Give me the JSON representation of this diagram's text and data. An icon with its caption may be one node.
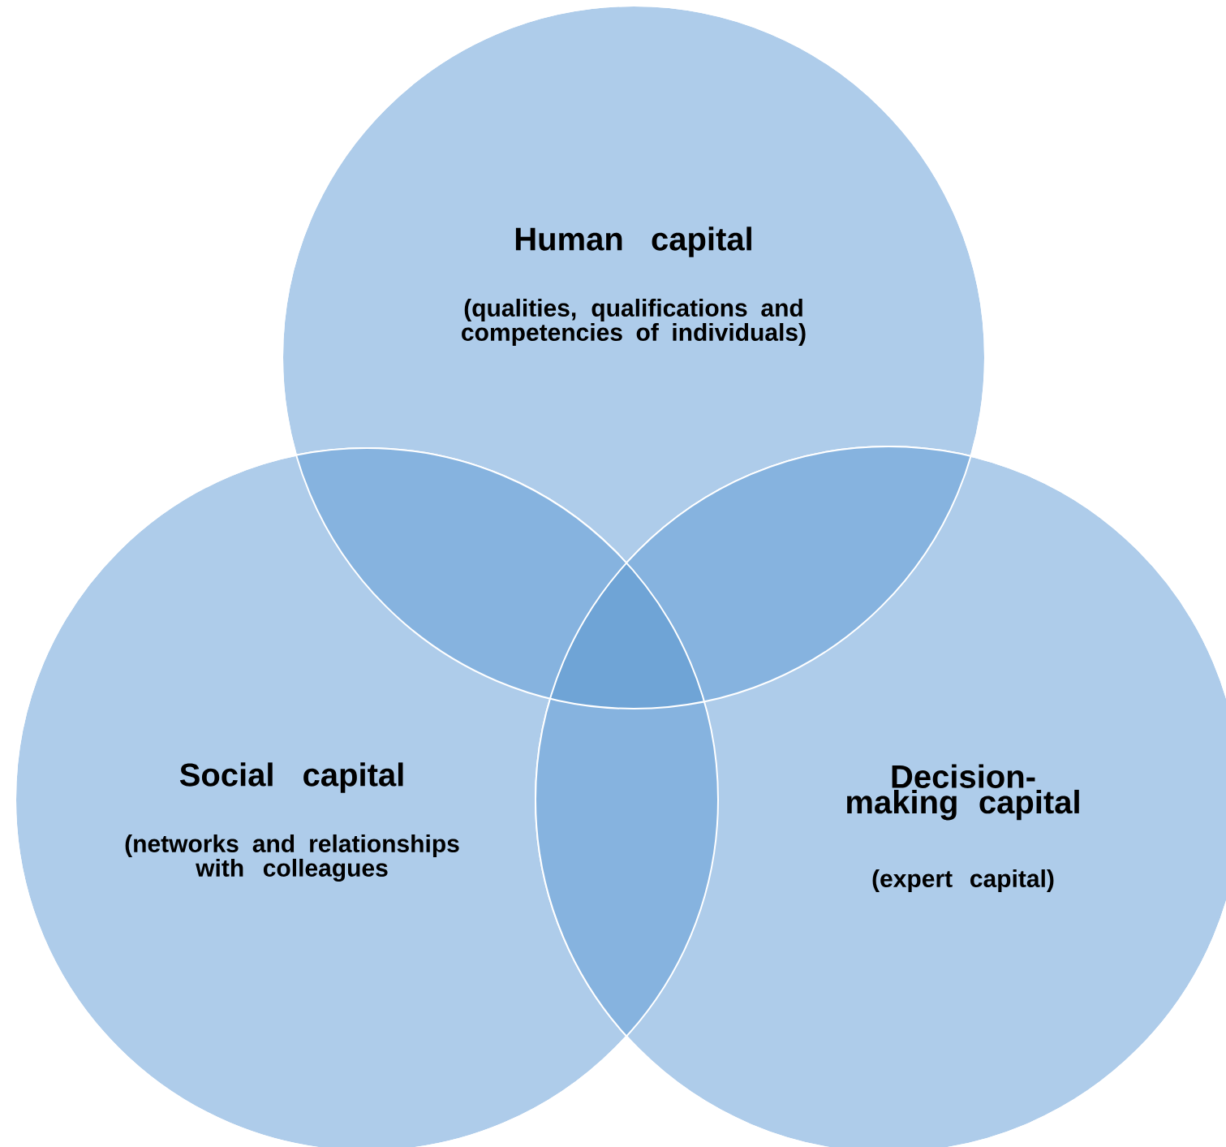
{
  "diagram": {
    "nodes": [
      {
        "text": [
          "Human capital",
          "(qualities, qualifications and competencies of individuals)"
        ]
      },
      {
        "text": [
          "Social capital",
          "(networks and relationships with colleagues"
        ]
      },
      {
        "text": [
          "Decision-making capital",
          "(expert capital)"
        ]
      }
    ]
  }
}
